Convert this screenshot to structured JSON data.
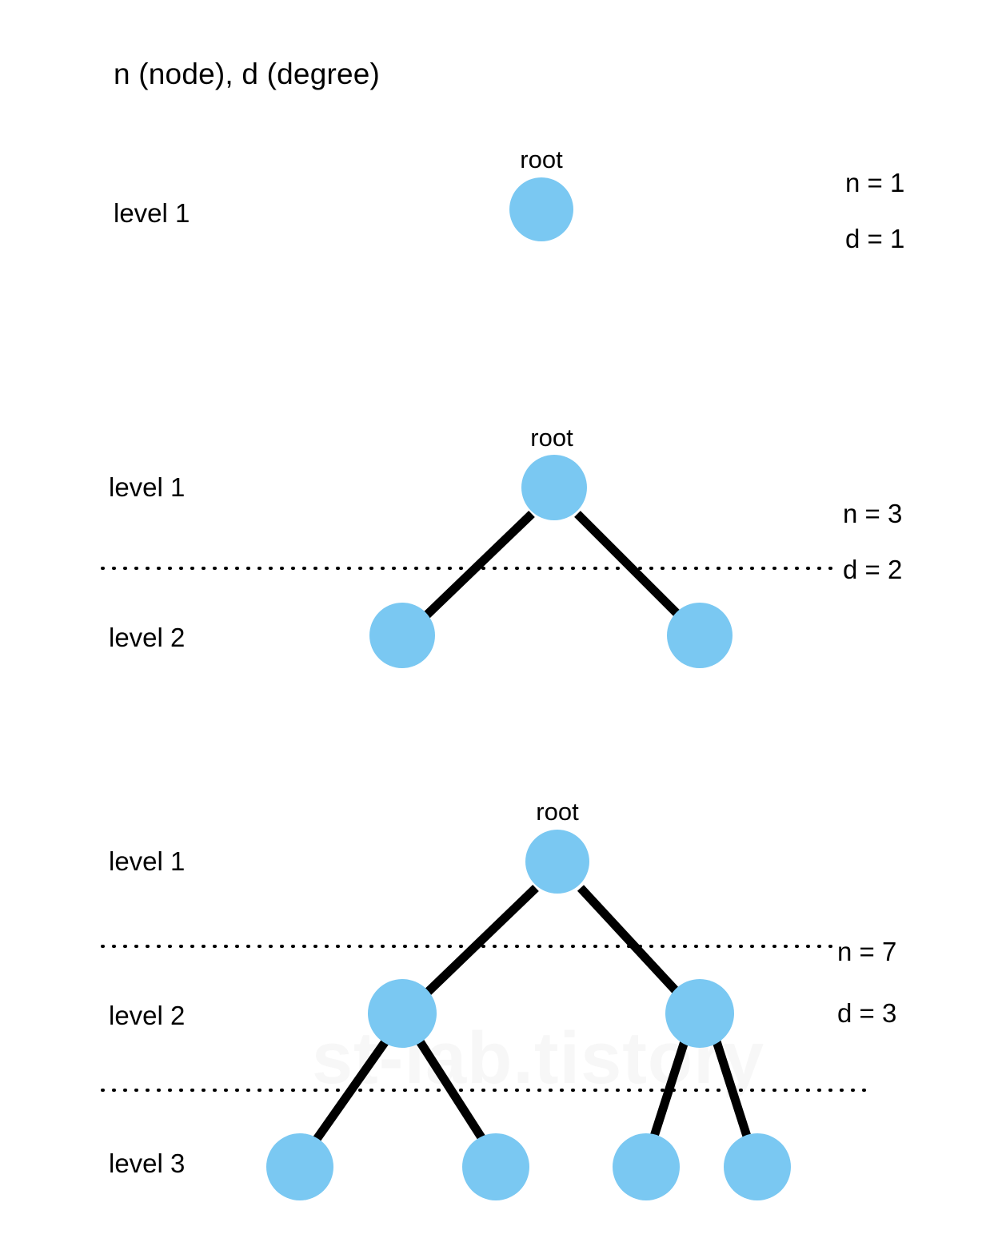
{
  "title": "n (node), d (degree)",
  "watermark": "st-lab.tistory",
  "colors": {
    "node_fill": "#7ac8f2",
    "edge": "#000000",
    "dotted_line": "#000000",
    "background": "#ffffff",
    "watermark": "#f7f7f7"
  },
  "diagrams": [
    {
      "id": "tree-level-1",
      "root_caption": "root",
      "level_labels": [
        "level 1"
      ],
      "stats": {
        "n_label": "n = 1",
        "d_label": "d = 1"
      },
      "node_count": 1,
      "degree": 1,
      "levels": 1,
      "dotted_separators": 0
    },
    {
      "id": "tree-level-2",
      "root_caption": "root",
      "level_labels": [
        "level 1",
        "level 2"
      ],
      "stats": {
        "n_label": "n = 3",
        "d_label": "d = 2"
      },
      "node_count": 3,
      "degree": 2,
      "levels": 2,
      "dotted_separators": 1
    },
    {
      "id": "tree-level-3",
      "root_caption": "root",
      "level_labels": [
        "level 1",
        "level 2",
        "level 3"
      ],
      "stats": {
        "n_label": "n = 7",
        "d_label": "d = 3"
      },
      "node_count": 7,
      "degree": 3,
      "levels": 3,
      "dotted_separators": 2
    }
  ],
  "chart_data": {
    "type": "diagram",
    "title": "n (node), d (degree)",
    "description": "Three binary tree diagrams illustrating node count and degree per tree depth",
    "series": [
      {
        "name": "levels",
        "values": [
          1,
          2,
          3
        ]
      },
      {
        "name": "n (nodes)",
        "values": [
          1,
          3,
          7
        ]
      },
      {
        "name": "d (degree)",
        "values": [
          1,
          2,
          3
        ]
      }
    ]
  }
}
